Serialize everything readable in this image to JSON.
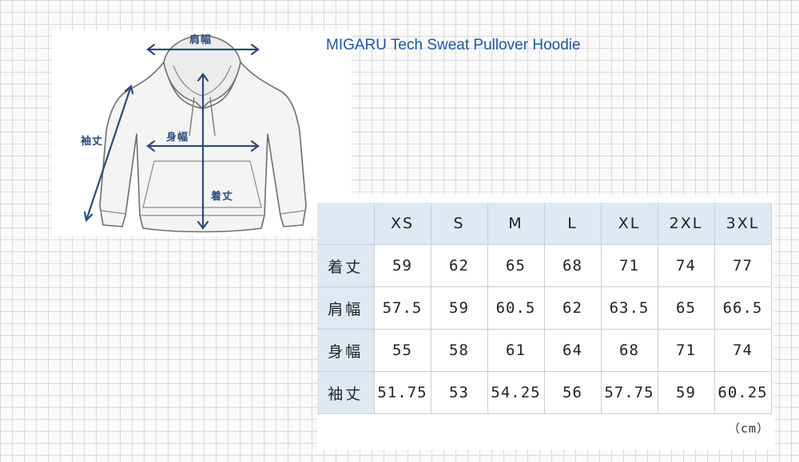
{
  "diagram": {
    "labels": {
      "shoulder_width": "肩幅",
      "sleeve_length": "袖丈",
      "body_width": "身幅",
      "body_length": "着丈"
    },
    "arrow_color": "#2d4a7a"
  },
  "product_title": "MIGARU Tech Sweat Pullover Hoodie",
  "size_table": {
    "sizes": [
      "XS",
      "S",
      "M",
      "L",
      "XL",
      "2XL",
      "3XL"
    ],
    "rows": [
      {
        "label": "着丈",
        "values": [
          "59",
          "62",
          "65",
          "68",
          "71",
          "74",
          "77"
        ]
      },
      {
        "label": "肩幅",
        "values": [
          "57.5",
          "59",
          "60.5",
          "62",
          "63.5",
          "65",
          "66.5"
        ]
      },
      {
        "label": "身幅",
        "values": [
          "55",
          "58",
          "61",
          "64",
          "68",
          "71",
          "74"
        ]
      },
      {
        "label": "袖丈",
        "values": [
          "51.75",
          "53",
          "54.25",
          "56",
          "57.75",
          "59",
          "60.25"
        ]
      }
    ],
    "unit": "（cm）"
  },
  "colors": {
    "title": "#2356a8",
    "header_bg": "#dfe8f3",
    "grid_line": "#d9d9d9"
  }
}
